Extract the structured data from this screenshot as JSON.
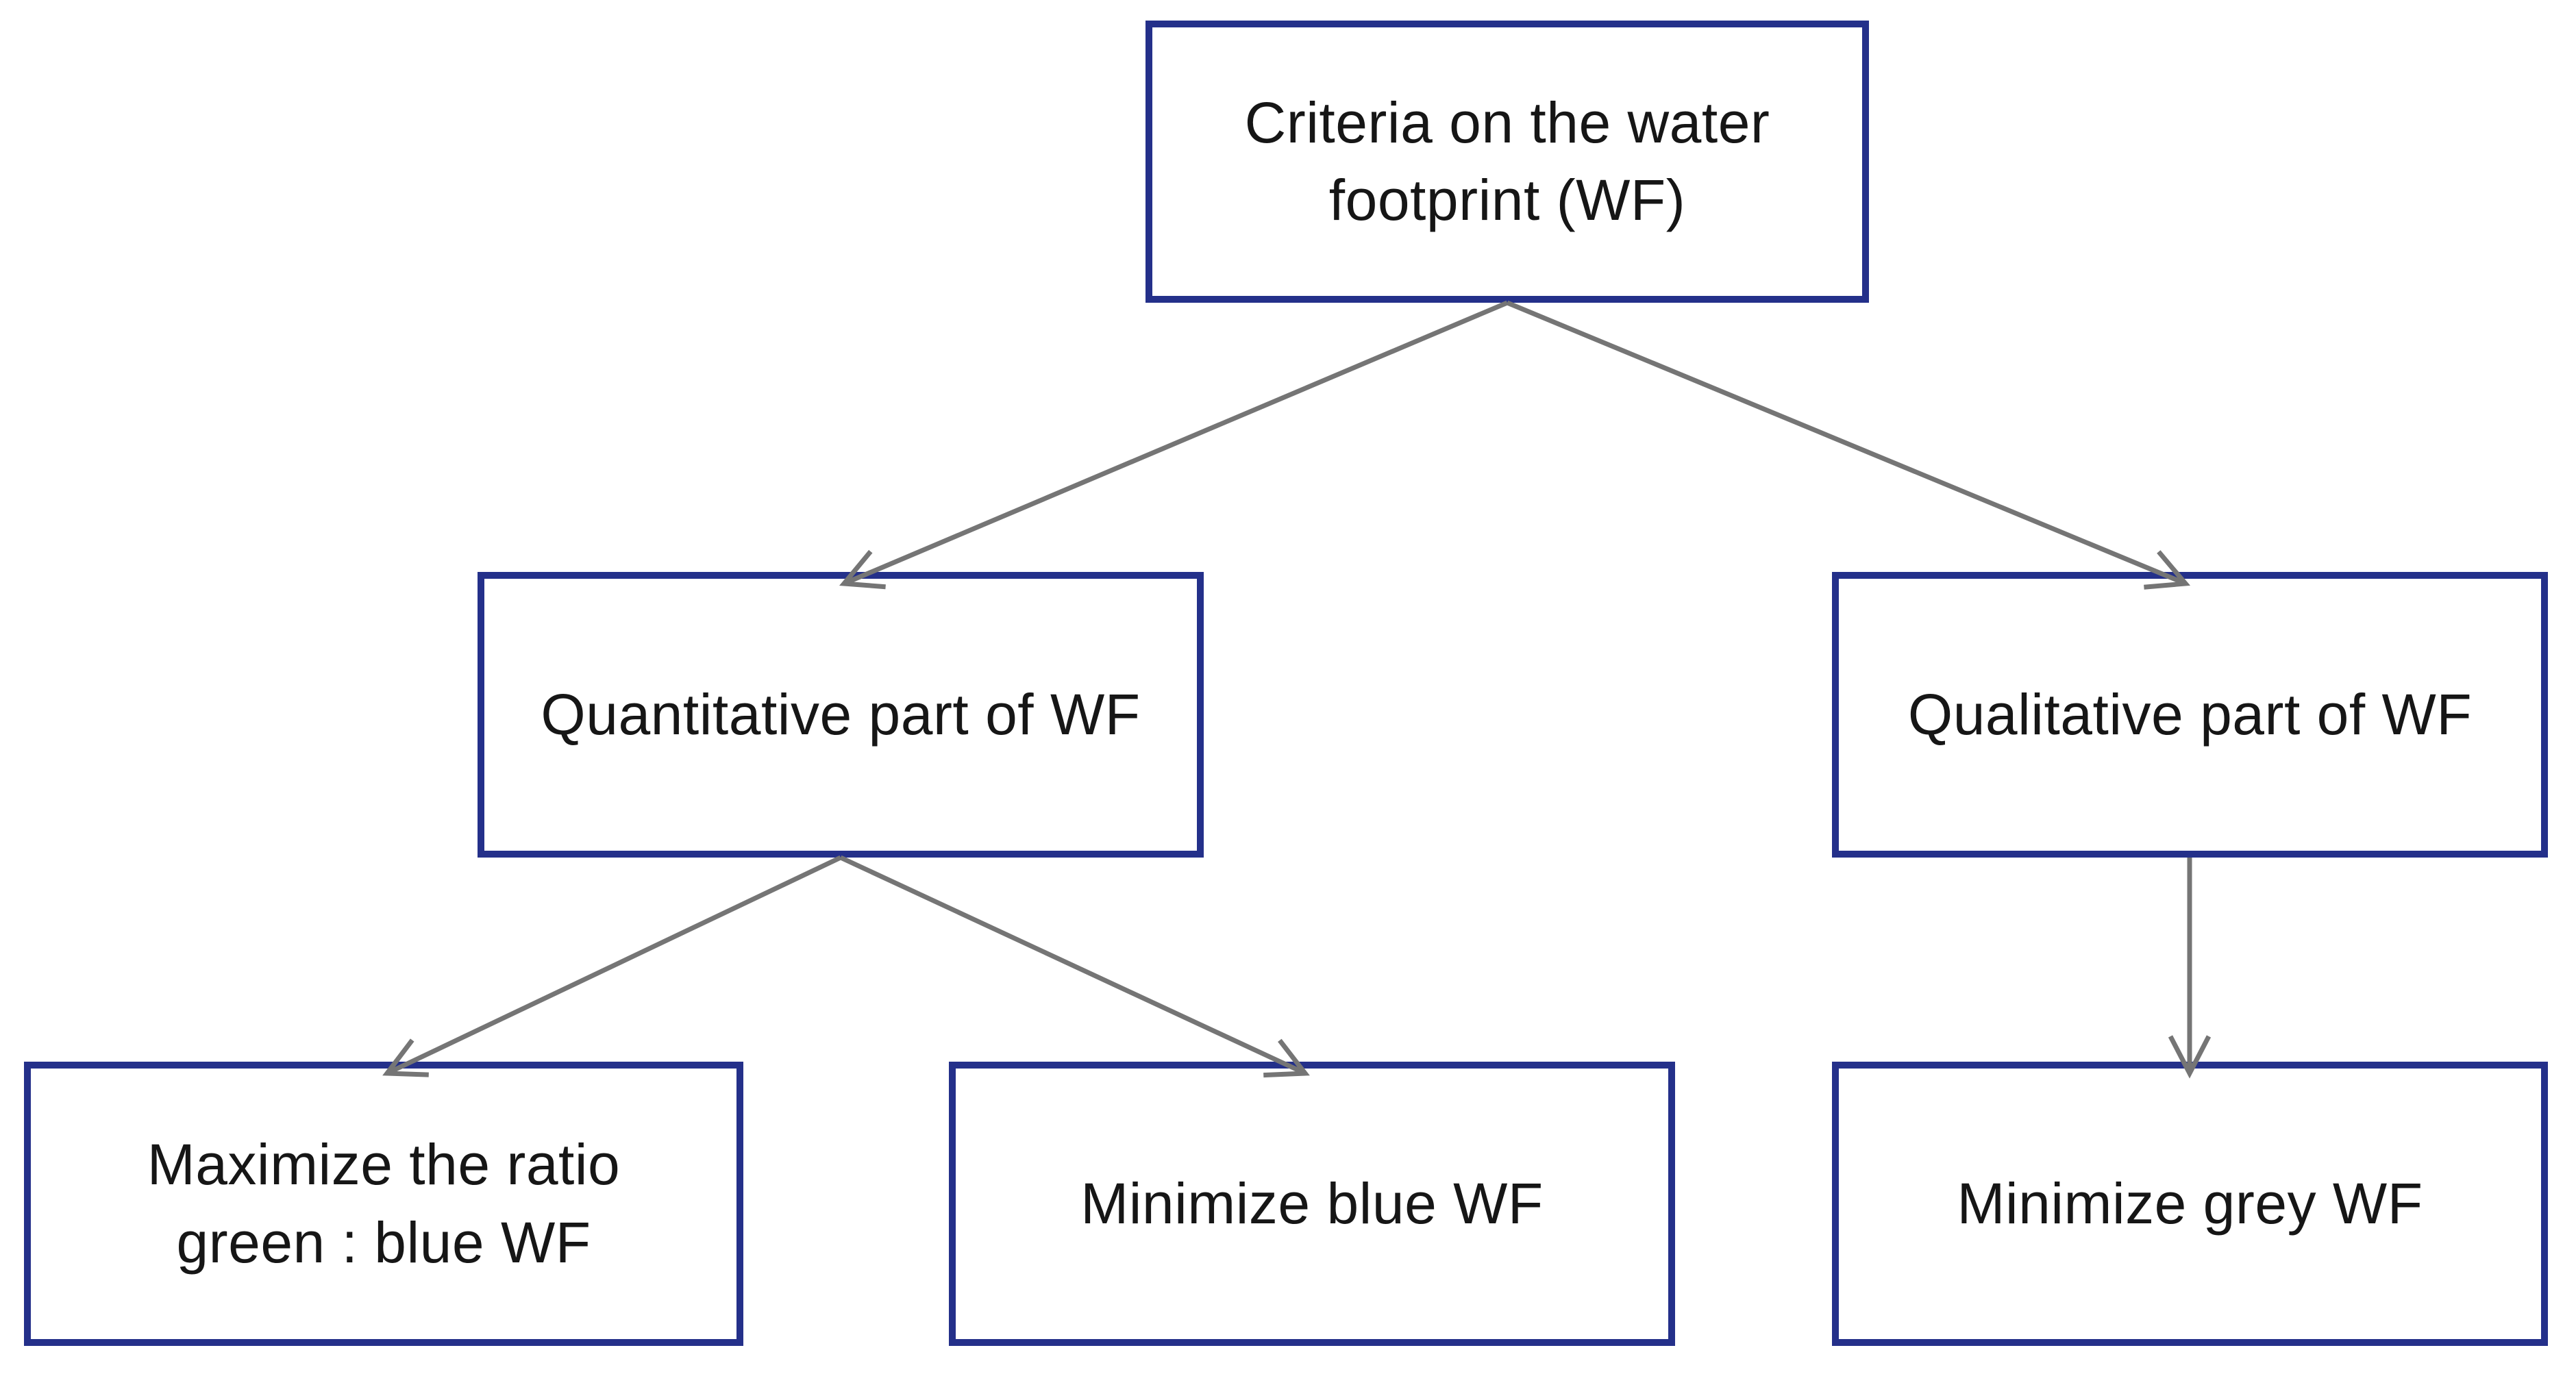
{
  "diagram": {
    "background_color": "#ffffff",
    "colors": {
      "node_border": "#24308A",
      "node_fill": "#ffffff",
      "arrow": "#757575",
      "text": "#161616"
    },
    "nodes": {
      "root": {
        "label": "Criteria on the water\nfootprint (WF)"
      },
      "quantitative": {
        "label": "Quantitative part of WF"
      },
      "qualitative": {
        "label": "Qualitative part of WF"
      },
      "max_green_blue_ratio": {
        "label": "Maximize the ratio\ngreen : blue WF"
      },
      "min_blue": {
        "label": "Minimize blue WF"
      },
      "min_grey": {
        "label": "Minimize grey WF"
      }
    },
    "edges": [
      {
        "from": "root",
        "to": "quantitative"
      },
      {
        "from": "root",
        "to": "qualitative"
      },
      {
        "from": "quantitative",
        "to": "max_green_blue_ratio"
      },
      {
        "from": "quantitative",
        "to": "min_blue"
      },
      {
        "from": "qualitative",
        "to": "min_grey"
      }
    ]
  }
}
